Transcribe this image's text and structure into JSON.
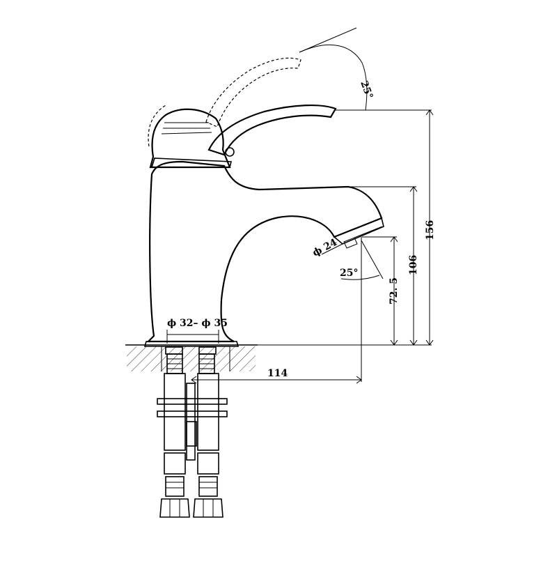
{
  "dimensions": {
    "height_total": "156",
    "height_spout": "106",
    "height_outlet": "72. 5",
    "reach": "114",
    "handle_angle": "25°",
    "outlet_angle": "25°",
    "outlet_diameter": "ϕ 24",
    "mount_hole": "ϕ 32– ϕ 35"
  }
}
